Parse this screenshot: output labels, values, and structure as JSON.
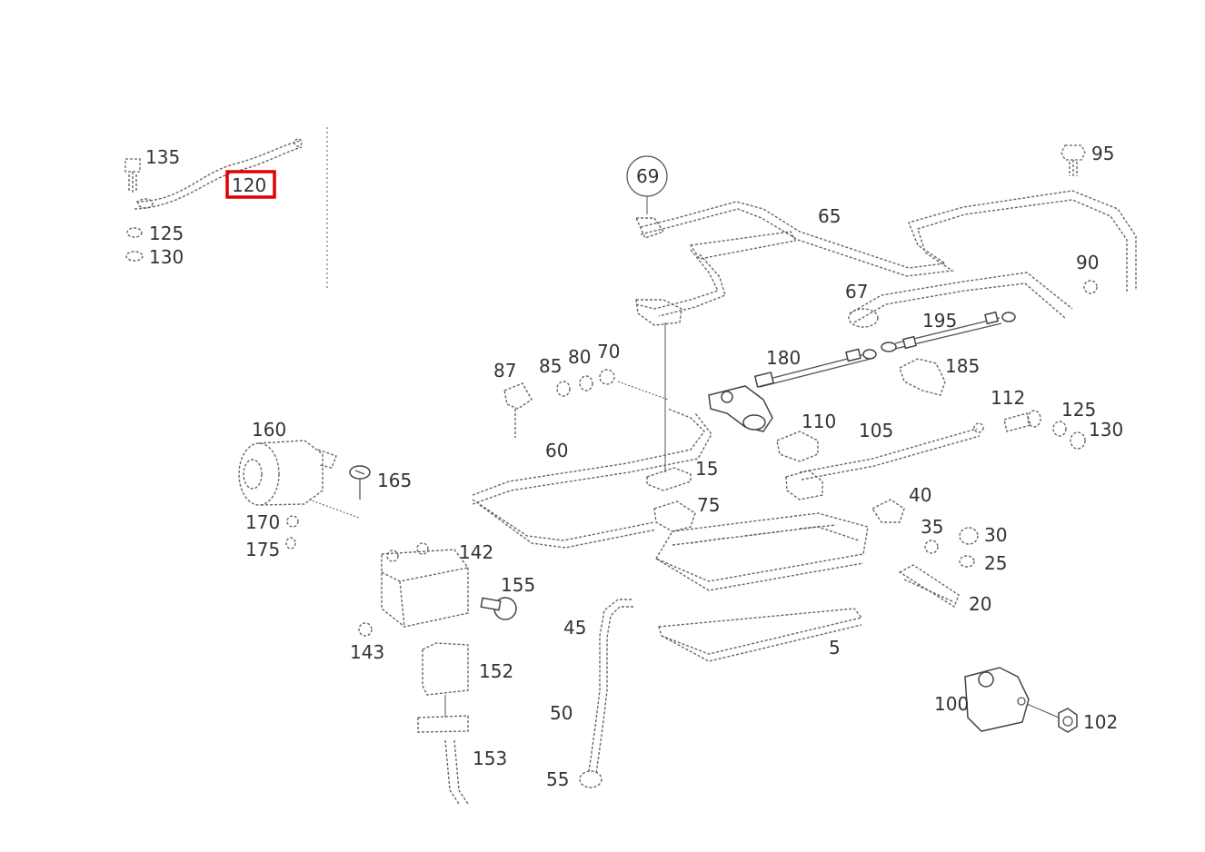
{
  "highlighted_part": "120",
  "callout_part": "69",
  "labels": [
    {
      "id": "l135",
      "text": "135"
    },
    {
      "id": "l120",
      "text": "120"
    },
    {
      "id": "l125a",
      "text": "125"
    },
    {
      "id": "l130a",
      "text": "130"
    },
    {
      "id": "l69",
      "text": "69"
    },
    {
      "id": "l65",
      "text": "65"
    },
    {
      "id": "l95",
      "text": "95"
    },
    {
      "id": "l90",
      "text": "90"
    },
    {
      "id": "l67",
      "text": "67"
    },
    {
      "id": "l195",
      "text": "195"
    },
    {
      "id": "l180",
      "text": "180"
    },
    {
      "id": "l185",
      "text": "185"
    },
    {
      "id": "l87",
      "text": "87"
    },
    {
      "id": "l85",
      "text": "85"
    },
    {
      "id": "l80",
      "text": "80"
    },
    {
      "id": "l70",
      "text": "70"
    },
    {
      "id": "l112",
      "text": "112"
    },
    {
      "id": "l125b",
      "text": "125"
    },
    {
      "id": "l130b",
      "text": "130"
    },
    {
      "id": "l110",
      "text": "110"
    },
    {
      "id": "l105",
      "text": "105"
    },
    {
      "id": "l160",
      "text": "160"
    },
    {
      "id": "l60",
      "text": "60"
    },
    {
      "id": "l15",
      "text": "15"
    },
    {
      "id": "l165",
      "text": "165"
    },
    {
      "id": "l40",
      "text": "40"
    },
    {
      "id": "l75",
      "text": "75"
    },
    {
      "id": "l170",
      "text": "170"
    },
    {
      "id": "l35",
      "text": "35"
    },
    {
      "id": "l30",
      "text": "30"
    },
    {
      "id": "l175",
      "text": "175"
    },
    {
      "id": "l142",
      "text": "142"
    },
    {
      "id": "l25",
      "text": "25"
    },
    {
      "id": "l155",
      "text": "155"
    },
    {
      "id": "l20",
      "text": "20"
    },
    {
      "id": "l45",
      "text": "45"
    },
    {
      "id": "l143",
      "text": "143"
    },
    {
      "id": "l5",
      "text": "5"
    },
    {
      "id": "l152",
      "text": "152"
    },
    {
      "id": "l50",
      "text": "50"
    },
    {
      "id": "l100",
      "text": "100"
    },
    {
      "id": "l102",
      "text": "102"
    },
    {
      "id": "l153",
      "text": "153"
    },
    {
      "id": "l55",
      "text": "55"
    }
  ]
}
